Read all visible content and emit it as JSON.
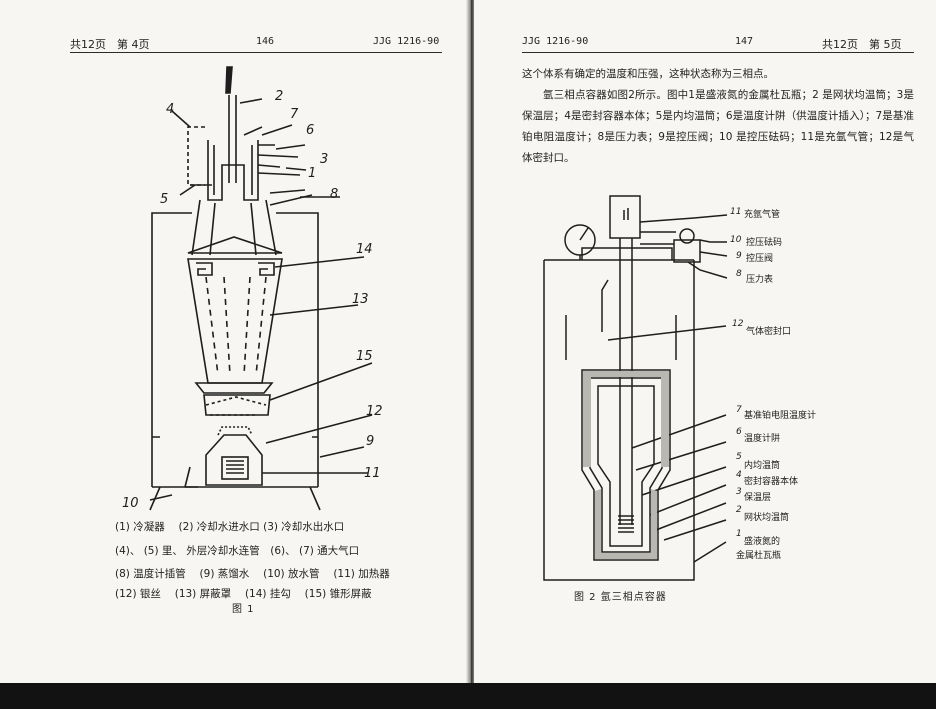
{
  "left_page": {
    "header": {
      "pages": "共12页　第 4页",
      "number": "146",
      "code": "JJG 1216-90"
    },
    "figure": {
      "callouts": [
        "1",
        "2",
        "3",
        "4",
        "5",
        "6",
        "7",
        "8",
        "9",
        "10",
        "11",
        "12",
        "13",
        "14",
        "15"
      ],
      "caption_lines": [
        "(1) 冷凝器　 (2) 冷却水进水口 (3) 冷却水出水口",
        "(4)、 (5) 里、 外层冷却水连管　(6)、 (7) 通大气口",
        "(8) 温度计插管　 (9) 蒸馏水　 (10) 放水管　 (11) 加热器",
        "(12) 银丝　 (13) 屏蔽罩　 (14) 挂勾　 (15) 锥形屏蔽"
      ],
      "title": "图 1"
    }
  },
  "right_page": {
    "header": {
      "code": "JJG 1216-90",
      "number": "147",
      "pages": "共12页　第 5页"
    },
    "paragraphs": [
      "这个体系有确定的温度和压强，这种状态称为三相点。",
      "氩三相点容器如图2所示。图中1是盛液氮的金属杜瓦瓶；2 是网状均温筒；3是保温层；4是密封容器本体；5是内均温筒；6是温度计阱（供温度计插入）；7是基准铂电阻温度计；8是压力表；9是控压阀；10 是控压砝码；11是充氩气管；12是气体密封口。"
    ],
    "figure": {
      "labels": [
        {
          "num": "11",
          "text": "充氩气管"
        },
        {
          "num": "10",
          "text": "控压砝码"
        },
        {
          "num": "9",
          "text": "控压阀"
        },
        {
          "num": "8",
          "text": "压力表"
        },
        {
          "num": "12",
          "text": "气体密封口"
        },
        {
          "num": "7",
          "text": "基准铂电阻温度计"
        },
        {
          "num": "6",
          "text": "温度计阱"
        },
        {
          "num": "5",
          "text": "内均温筒"
        },
        {
          "num": "4",
          "text": "密封容器本体"
        },
        {
          "num": "3",
          "text": "保温层"
        },
        {
          "num": "2",
          "text": "网状均温筒"
        },
        {
          "num": "1",
          "text": "盛液氮的"
        }
      ],
      "label_1_line2": "金属杜瓦瓶",
      "title": "图 2 氩三相点容器"
    }
  }
}
